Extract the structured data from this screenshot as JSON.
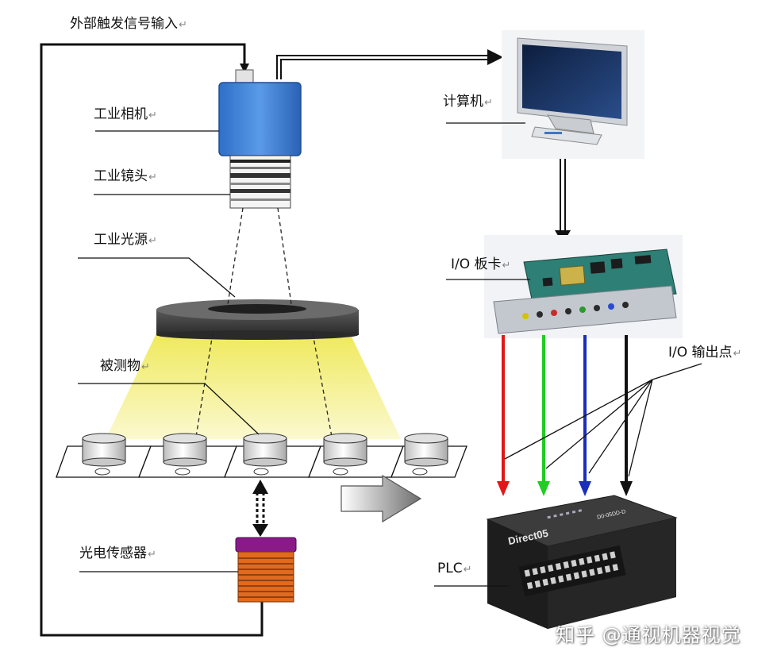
{
  "labels": {
    "trigger": "外部触发信号输入",
    "camera": "工业相机",
    "lens": "工业镜头",
    "light": "工业光源",
    "object": "被测物",
    "sensor": "光电传感器",
    "computer": "计算机",
    "io_card": "I/O 板卡",
    "io_points": "I/O 输出点",
    "plc": "PLC"
  },
  "return_mark": "↵",
  "plc_brand": "Direct05",
  "plc_model": "D0-05DD-D",
  "watermark": "知乎 @通视机器视觉",
  "colors": {
    "camera_body": "#3d7fd6",
    "light_beam": "#f2ee74",
    "io_red": "#e01818",
    "io_green": "#22cc22",
    "io_blue": "#1c2fb8",
    "io_black": "#111111",
    "sensor_cap": "#8a1a8a",
    "sensor_body": "#e06a1e"
  }
}
